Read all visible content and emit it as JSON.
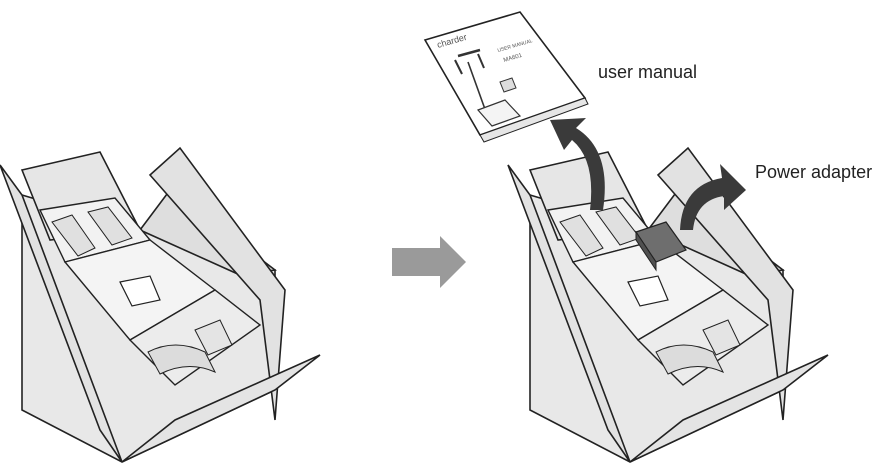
{
  "labels": {
    "user_manual": "user manual",
    "power_adapter": "Power adapter"
  },
  "manual_cover": {
    "brand": "charder",
    "title_line1": "USER MANUAL",
    "model": "MA601"
  },
  "colors": {
    "box_fill": "#e6e6e6",
    "box_fill_dark": "#d2d2d2",
    "line": "#222222",
    "arrow_gray": "#9a9a9a",
    "arrow_dark": "#3a3a3a"
  }
}
